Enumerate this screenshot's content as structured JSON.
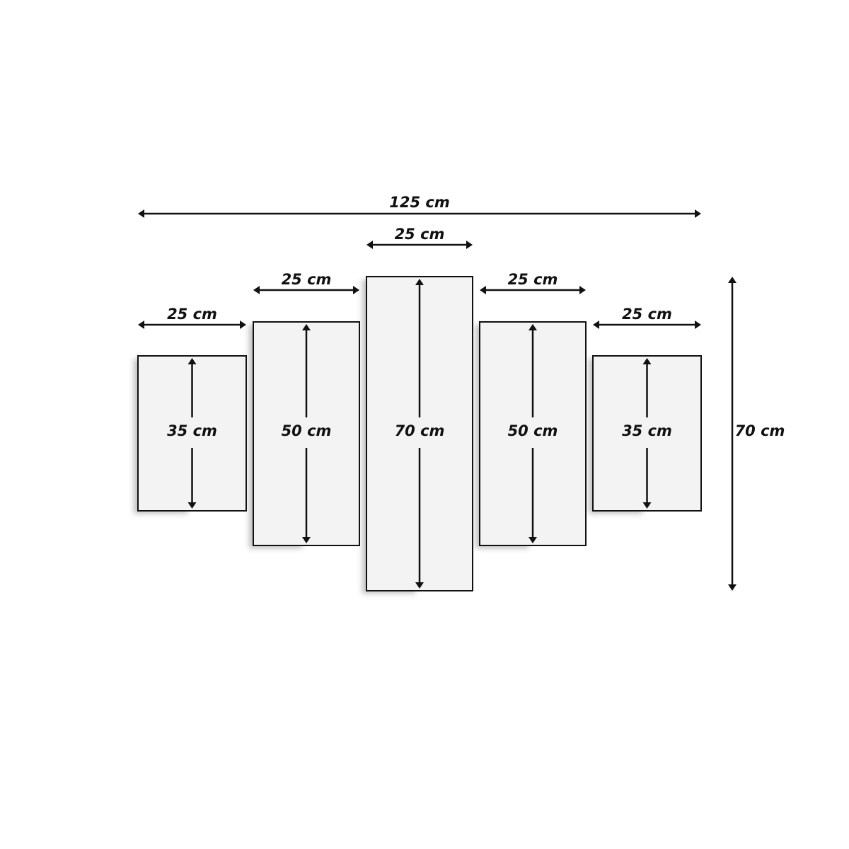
{
  "title": "Five-panel canvas dimensions",
  "overall": {
    "width_label": "125 cm",
    "height_label": "70 cm"
  },
  "panels": [
    {
      "id": "panel-1",
      "width_label": "25 cm",
      "height_label": "35 cm"
    },
    {
      "id": "panel-2",
      "width_label": "25 cm",
      "height_label": "50 cm"
    },
    {
      "id": "panel-3",
      "width_label": "25 cm",
      "height_label": "70 cm"
    },
    {
      "id": "panel-4",
      "width_label": "25 cm",
      "height_label": "50 cm"
    },
    {
      "id": "panel-5",
      "width_label": "25 cm",
      "height_label": "35 cm"
    }
  ],
  "colors": {
    "panel_fill": "#f3f3f3",
    "stroke": "#111111",
    "shadow": "#999999"
  }
}
